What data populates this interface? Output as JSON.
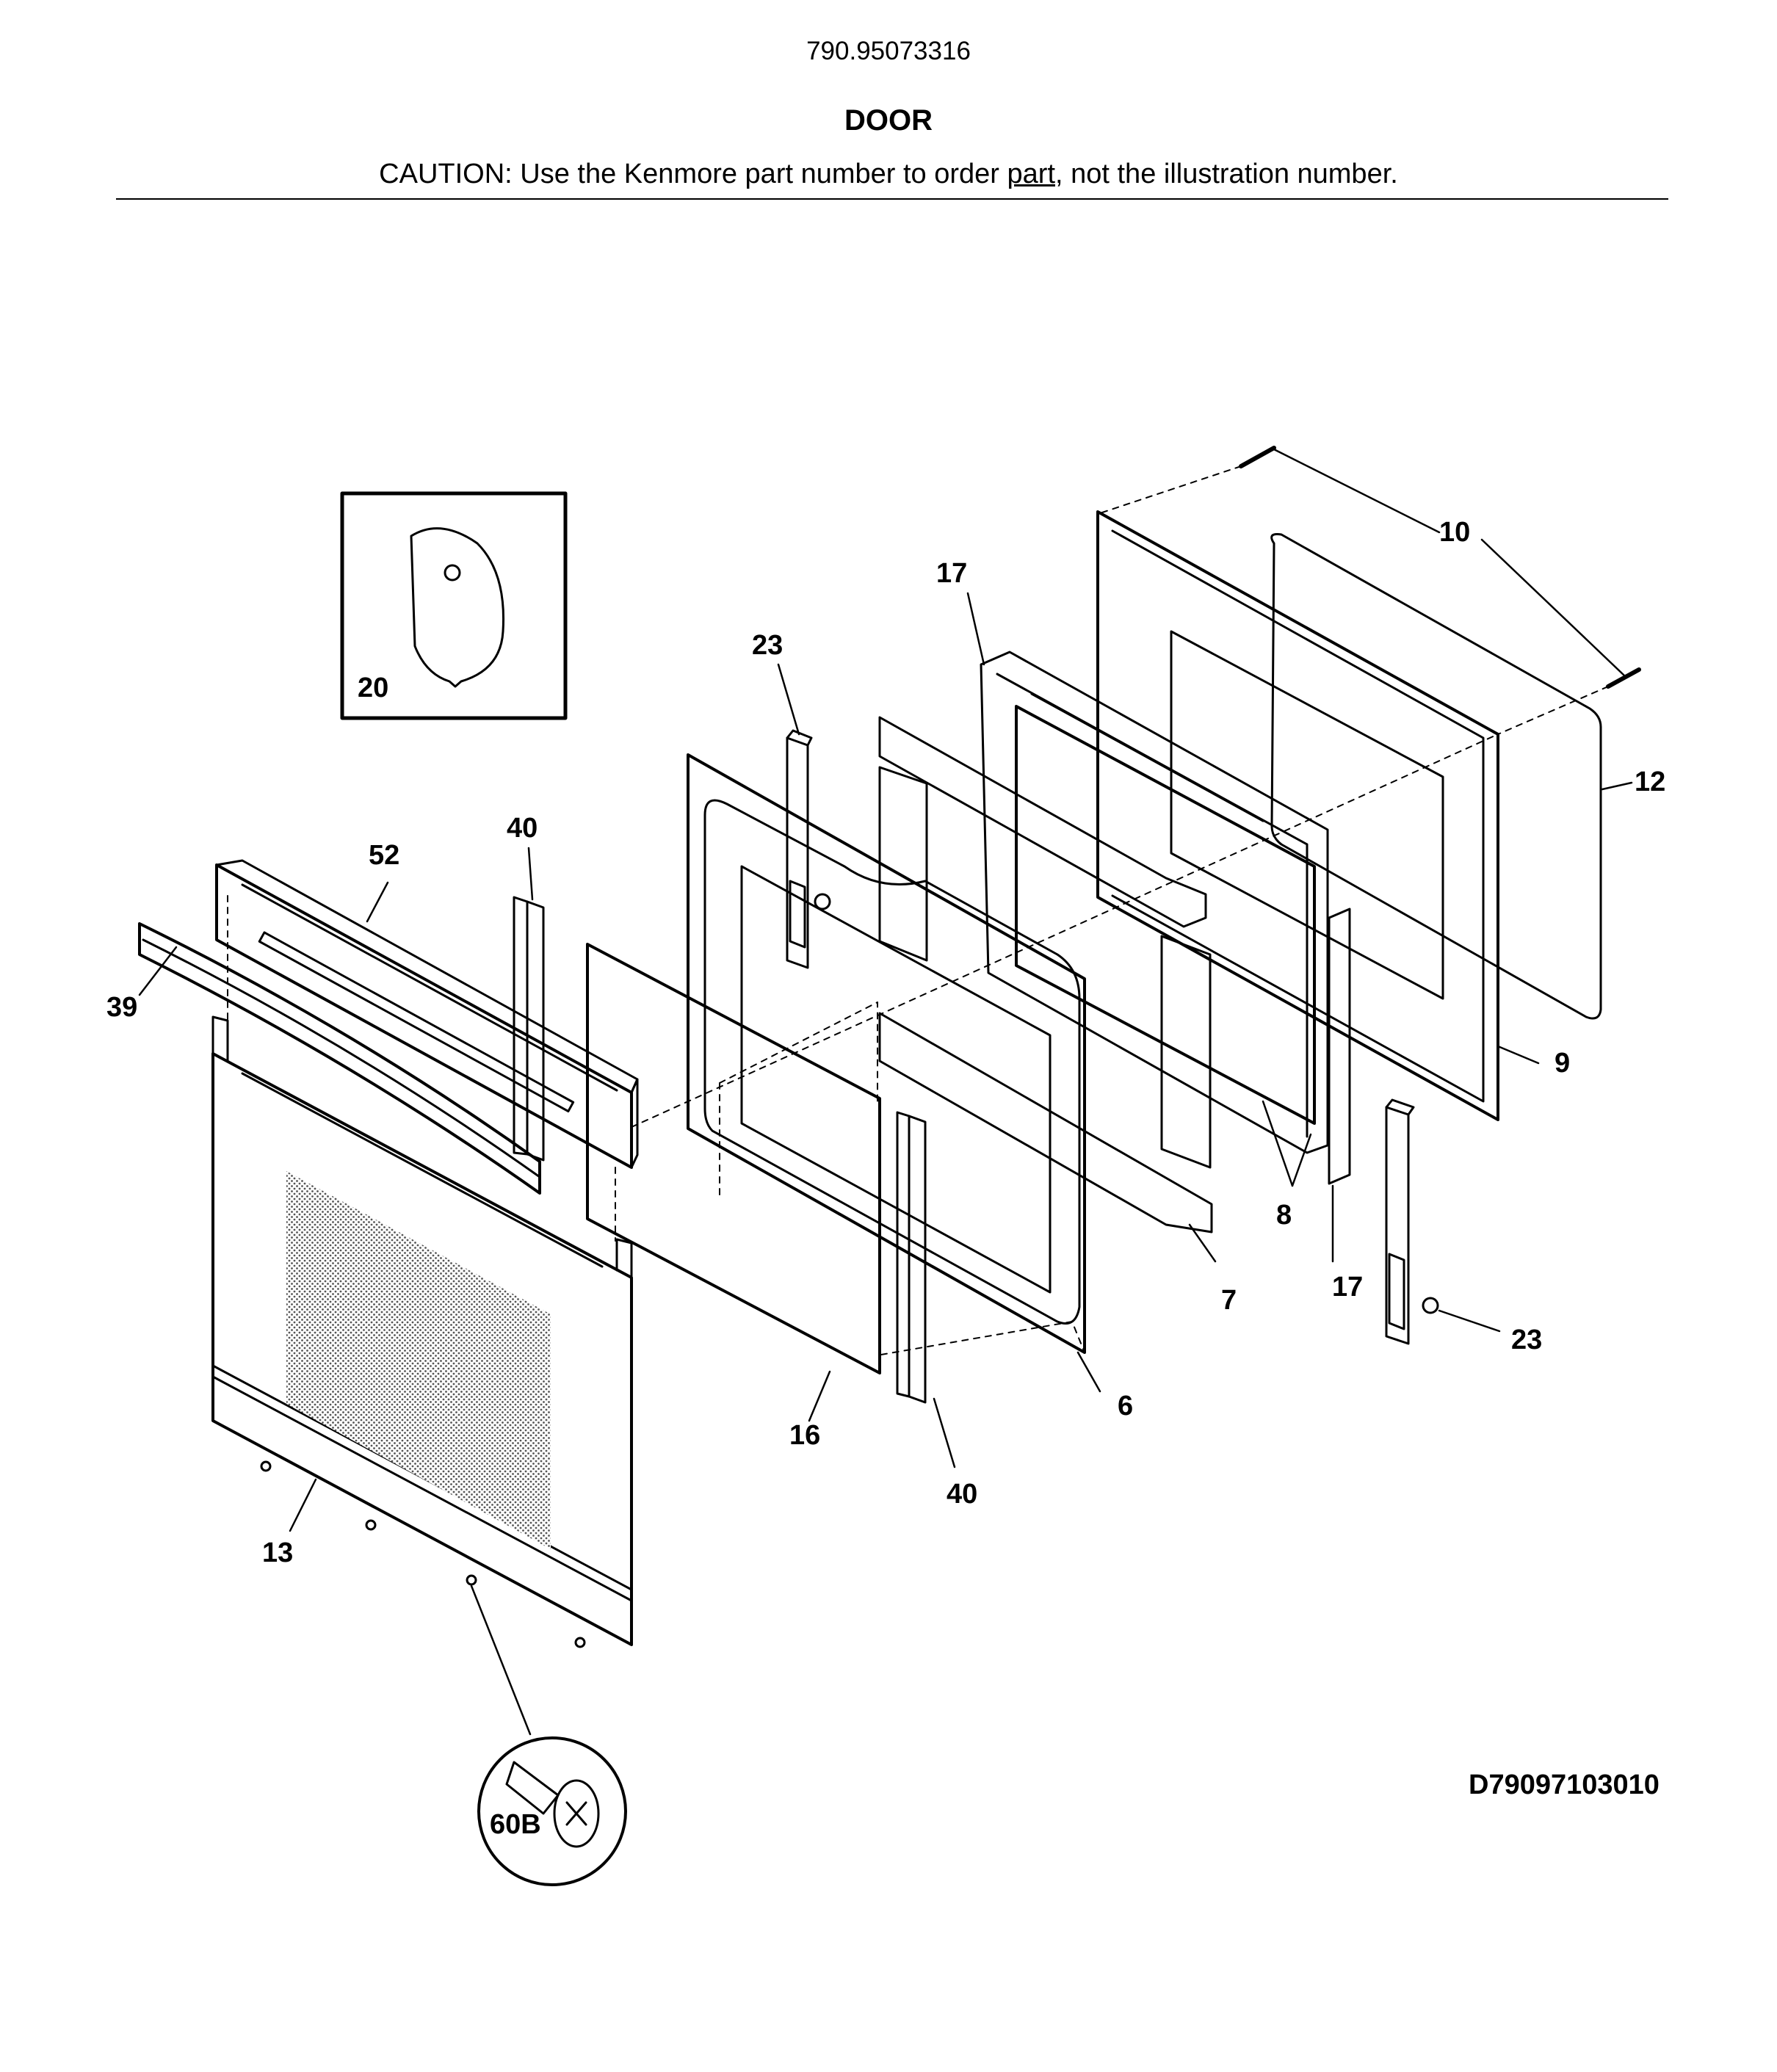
{
  "header": {
    "model_number": "790.95073316",
    "section_title": "DOOR",
    "caution_prefix": "CAUTION: Use the Kenmore part number to order ",
    "caution_underlined": "part",
    "caution_suffix": ", not the illustration number."
  },
  "diagram": {
    "drawing_number": "D79097103010",
    "callouts": {
      "c6": "6",
      "c7": "7",
      "c8": "8",
      "c9": "9",
      "c10": "10",
      "c12": "12",
      "c13": "13",
      "c16": "16",
      "c17_top": "17",
      "c17_bottom": "17",
      "c20": "20",
      "c23_top": "23",
      "c23_bottom": "23",
      "c39": "39",
      "c40_top": "40",
      "c40_bottom": "40",
      "c52": "52",
      "c60b": "60B"
    }
  }
}
